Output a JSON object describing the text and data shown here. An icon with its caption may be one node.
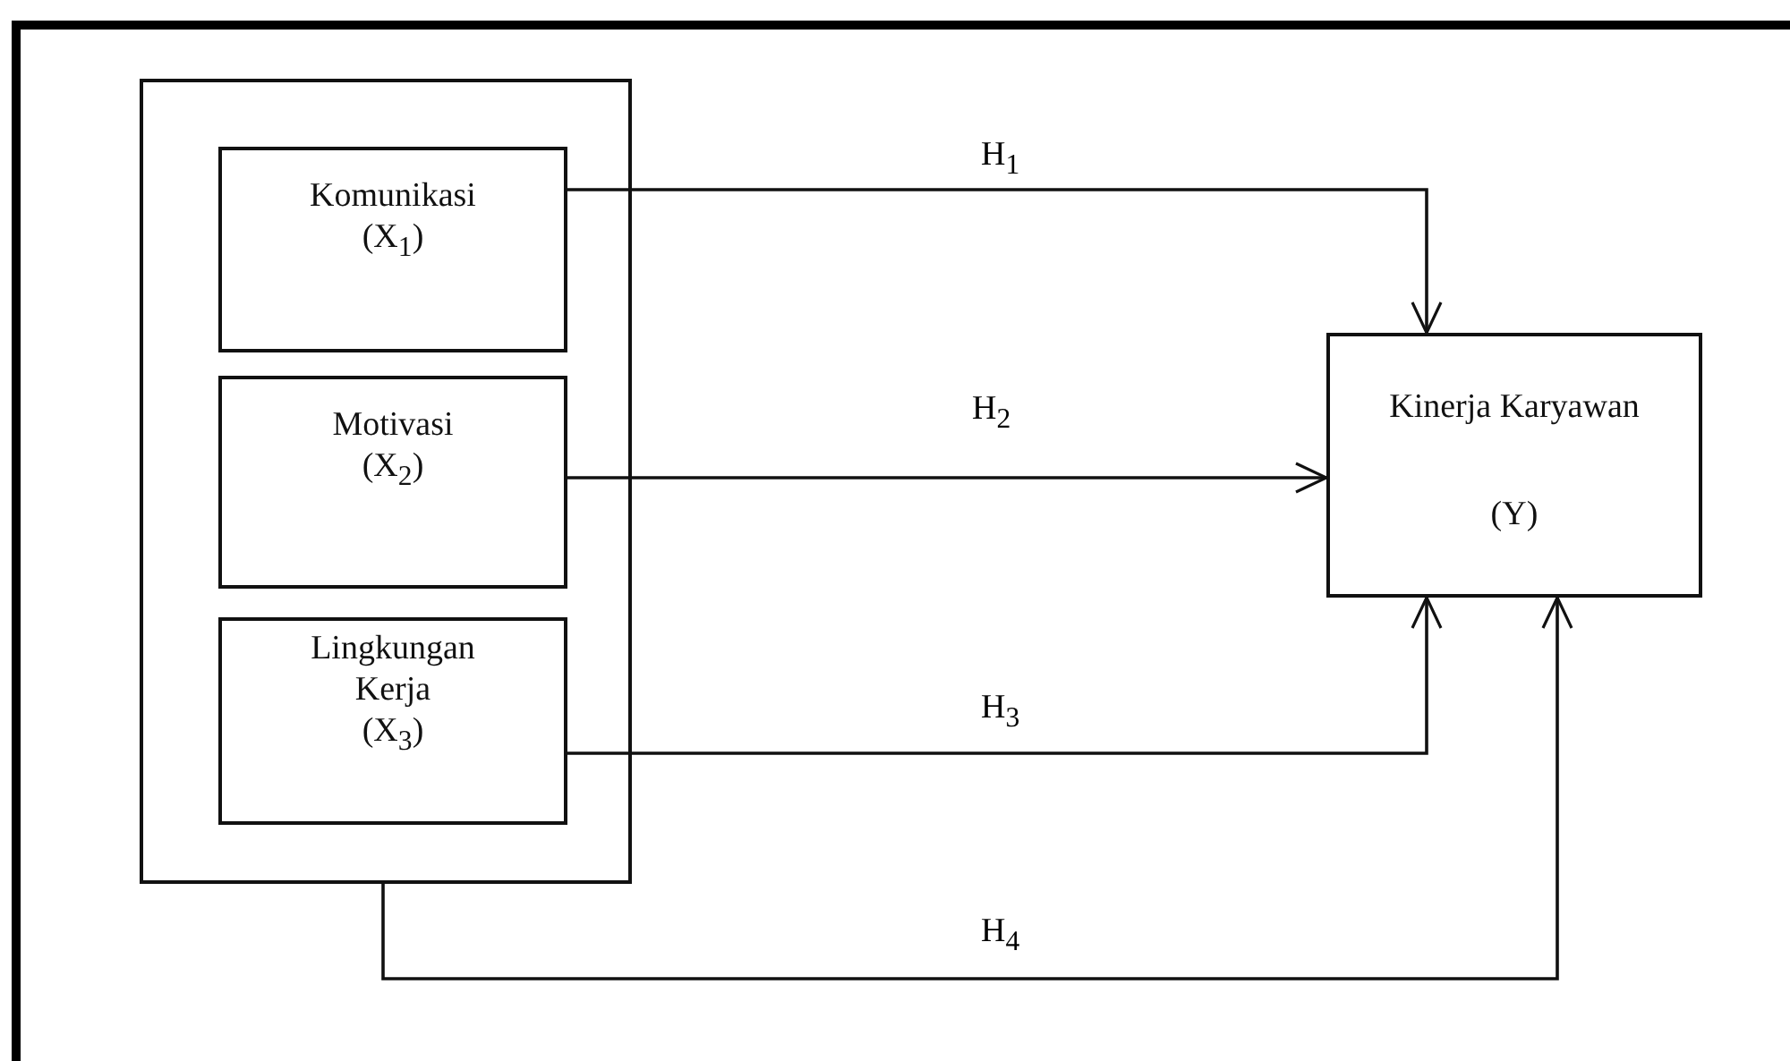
{
  "diagram": {
    "nodes": [
      {
        "text": [],
        "shape": "box"
      },
      {
        "text": [
          "Komunikasi",
          "(X$_{1}$)"
        ],
        "in": 0
      },
      {
        "text": [
          "Motivasi",
          "(X$_{2}$)"
        ],
        "in": 0
      },
      {
        "text": [
          "Lingkungan Kerja",
          "(X$_{3}$)"
        ],
        "in": 0
      },
      {
        "text": [
          "Kinerja Karyawan",
          "(Y)"
        ]
      }
    ],
    "edges": [
      {
        "from": 1,
        "to": 4,
        "arrow": "to",
        "label": "H$_{1}$"
      },
      {
        "from": 2,
        "to": 4,
        "arrow": "to",
        "label": "H$_{2}$"
      },
      {
        "from": 3,
        "to": 4,
        "arrow": "to",
        "label": "H$_{3}$"
      },
      {
        "from": 0,
        "to": 4,
        "arrow": "to",
        "label": "H$_{4}$"
      }
    ]
  }
}
